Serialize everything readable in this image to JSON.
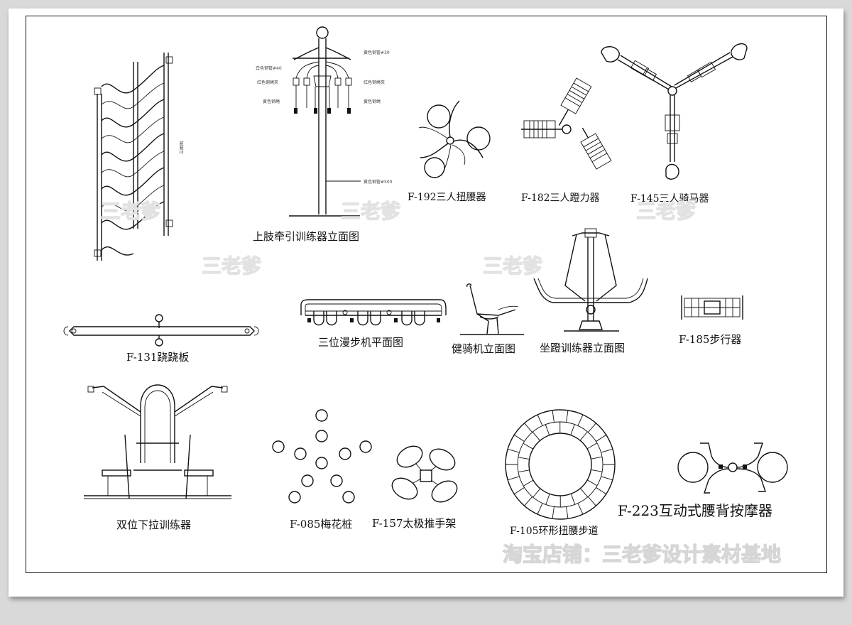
{
  "labels": {
    "upper_limb": "上肢牵引训练器立面图",
    "f192": "F-192三人扭腰器",
    "f182": "F-182三人蹬力器",
    "f145": "F-145三人骑马器",
    "f131": "F-131跷跷板",
    "walker3": "三位漫步机平面图",
    "bike": "健骑机立面图",
    "sit_press": "坐蹬训练器立面图",
    "f185": "F-185步行器",
    "double_pull": "双位下拉训练器",
    "f085": "F-085梅花桩",
    "f157": "F-157太极推手架",
    "f105": "F-105环形扭腰步道",
    "f223": "F-223互动式腰背按摩器"
  },
  "annotations": {
    "ladder_note": "立面图",
    "pole_top": "黄色钢管#30",
    "pole_white": "白色钢管#40",
    "pole_red_l": "红色钢绳夹",
    "pole_red_r": "红色钢绳夹",
    "pole_yellow_l": "黄色钢绳",
    "pole_yellow_r": "黄色钢绳",
    "pole_main": "黄色钢管#500"
  },
  "watermarks": {
    "mark": "三老爹",
    "shop": "淘宝店铺：三老爹设计素材基地"
  },
  "colors": {
    "page_bg": "#d9d9d9",
    "sheet_bg": "#ffffff",
    "ink": "#111111",
    "watermark": "#e0e0e0"
  }
}
